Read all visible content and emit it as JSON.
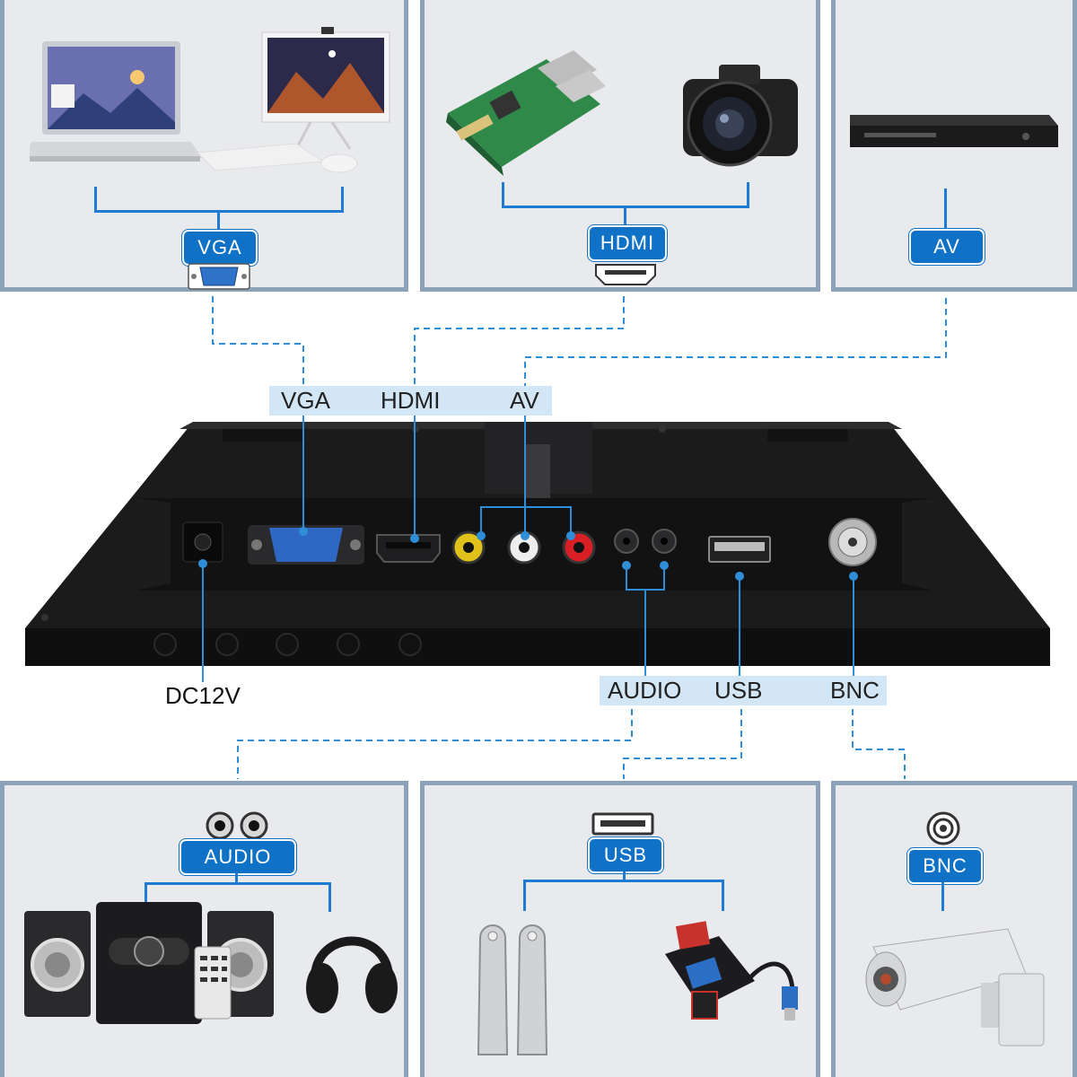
{
  "top_panels": {
    "vga": {
      "label": "VGA"
    },
    "hdmi": {
      "label": "HDMI"
    },
    "av": {
      "label": "AV"
    }
  },
  "top_strip": {
    "vga": "VGA",
    "hdmi": "HDMI",
    "av": "AV"
  },
  "dc_label": "DC12V",
  "bottom_strip": {
    "audio": "AUDIO",
    "usb": "USB",
    "bnc": "BNC"
  },
  "bottom_panels": {
    "audio": {
      "label": "AUDIO"
    },
    "usb": {
      "label": "USB"
    },
    "bnc": {
      "label": "BNC"
    }
  },
  "colors": {
    "accent": "#0f72c6",
    "line": "#1f7bd1",
    "panel_bg": "#e9eaee",
    "panel_border": "#8ba2b8",
    "strip_bg": "#d2e6f5"
  }
}
